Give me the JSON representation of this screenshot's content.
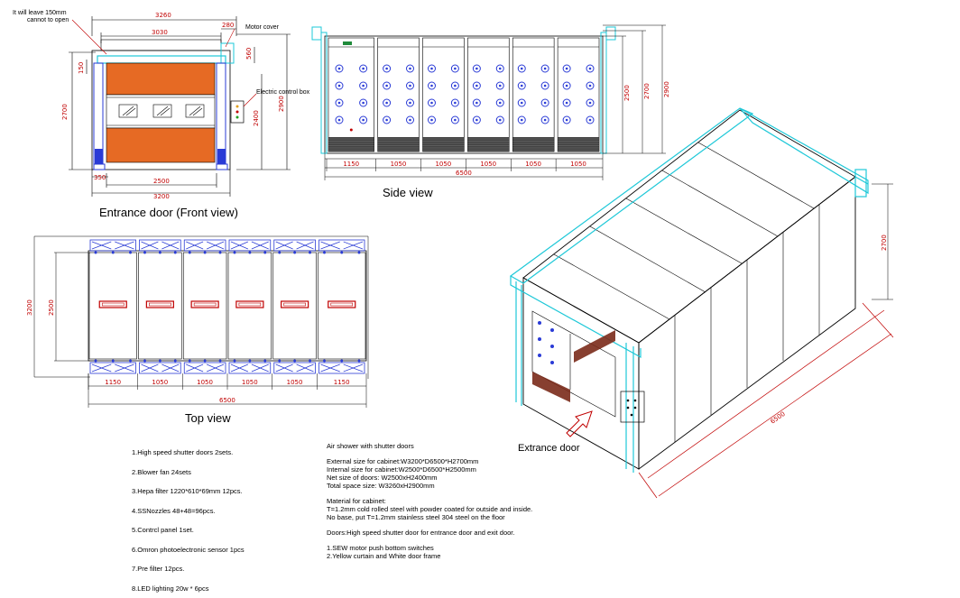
{
  "front_view": {
    "caption": "Entrance door (Front view)",
    "note_line1": "It will leave 150mm",
    "note_line2": "cannot to open",
    "motor_cover": "Motor cover",
    "electric_box": "Electric control box",
    "dims": {
      "total_width": "3260",
      "inner_width": "3030",
      "motor_w": "280",
      "motor_h": "560",
      "left_h": "150",
      "height": "2700",
      "door_h": "2400",
      "total_h": "2900",
      "base": "350",
      "door_w": "2500",
      "width": "3200"
    }
  },
  "side_view": {
    "caption": "Side view",
    "segments": [
      "1150",
      "1050",
      "1050",
      "1050",
      "1050",
      "1050"
    ],
    "total": "6500",
    "dims": {
      "h1": "2500",
      "h2": "2700",
      "h3": "2900"
    }
  },
  "top_view": {
    "caption": "Top view",
    "segments": [
      "1150",
      "1050",
      "1050",
      "1050",
      "1050",
      "1150"
    ],
    "total": "6500",
    "dims": {
      "outer": "3200",
      "inner": "2500"
    }
  },
  "iso_view": {
    "caption": "Extrance door",
    "length": "6500",
    "height": "2700"
  },
  "parts_list": [
    "1.High speed shutter doors 2sets.",
    "2.Blower fan          24sets",
    "3.Hepa filter 1220*610*69mm  12pcs.",
    "4.SSNozzles   48+48=96pcs.",
    "5.Contrcl panel             1set.",
    "6.Omron photoelectronic sensor 1pcs",
    "7.Pre filter              12pcs.",
    "8.LED lighting          20w * 6pcs"
  ],
  "spec": {
    "title": "Air shower with shutter doors",
    "sizes": [
      "External size for cabinet:W3200*D6500*H2700mm",
      "Internal size for cabinet:W2500*D6500*H2500mm",
      "Net size of doors: W2500xH2400mm",
      "Total space size: W3260xH2900mm"
    ],
    "material_title": "Material for cabinet:",
    "material": [
      "T=1.2mm  cold rolled steel  with powder coated for outside and inside.",
      "No base, put T=1.2mm stainless steel 304 steel on the floor"
    ],
    "doors": "Doors:High speed shutter door for entrance door and exit door.",
    "extras": [
      "1.SEW motor push bottom switches",
      "2.Yellow curtain and White door frame"
    ]
  }
}
